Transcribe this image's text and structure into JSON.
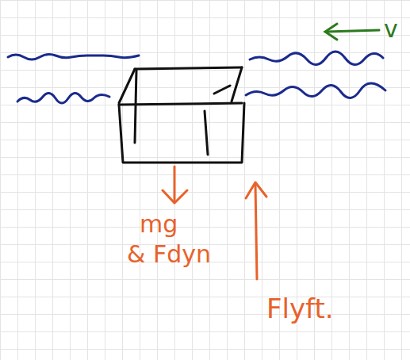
{
  "diagram": {
    "labels": [
      "v",
      "mg",
      "& Fdyn",
      "Flyft."
    ]
  }
}
